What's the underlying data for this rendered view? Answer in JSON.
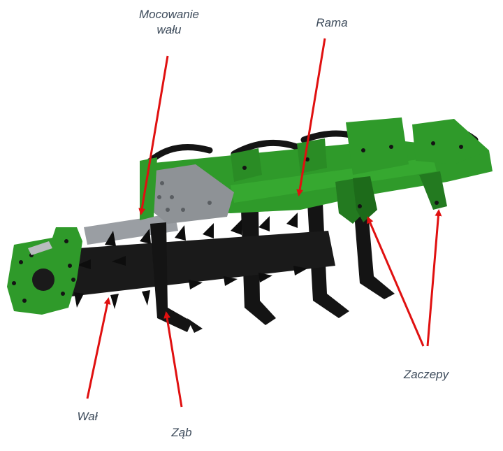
{
  "labels": {
    "shaft_mount_line1": "Mocowanie",
    "shaft_mount_line2": "wału",
    "frame": "Rama",
    "hitches": "Zaczepy",
    "roller": "Wał",
    "tine": "Ząb"
  },
  "colors": {
    "frame_green": "#2f9a2a",
    "dark_green": "#1d6b1a",
    "tine_black": "#141414",
    "plate_gray": "#8e9296",
    "arrow_red": "#e01010",
    "label_text": "#3c4a5a"
  }
}
